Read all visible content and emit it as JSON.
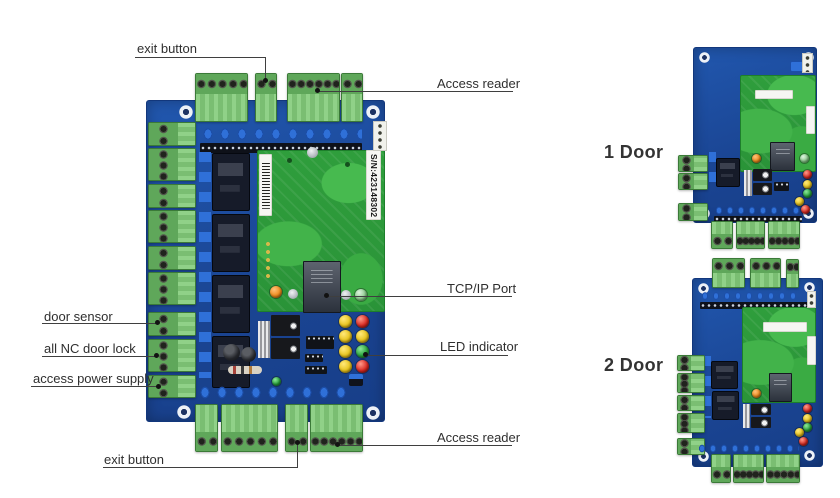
{
  "labels": {
    "exit_button_top": "exit button",
    "access_reader_top": "Access reader",
    "tcp_ip_port": "TCP/IP Port",
    "led_indicator": "LED indicator",
    "access_reader_bottom": "Access reader",
    "exit_button_bottom": "exit button",
    "door_sensor": "door sensor",
    "all_nc_door_lock": "all NC door lock",
    "access_power_supply": "access power supply"
  },
  "variants": {
    "one_door": "1 Door",
    "two_door": "2 Door"
  },
  "main_board": {
    "serial_number": "S/N:423148302"
  },
  "colors": {
    "background": "#ffffff",
    "board_blue": "#1d4da0",
    "pcb_green": "#2f9e3c",
    "terminal_green": "#7cc474",
    "label_text": "#2f2f2f",
    "led_yellow": "#e7c31d",
    "led_red": "#d92a22",
    "led_green": "#27a23b",
    "led_orange": "#ef8c1e"
  }
}
